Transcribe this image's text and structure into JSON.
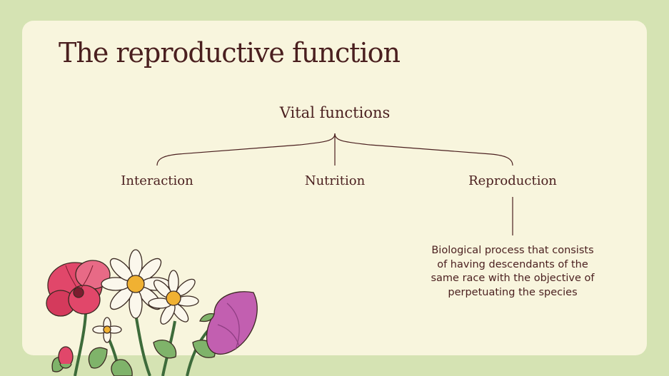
{
  "slide": {
    "title": "The reproductive function"
  },
  "diagram": {
    "root": "Vital functions",
    "children": [
      {
        "label": "Interaction"
      },
      {
        "label": "Nutrition"
      },
      {
        "label": "Reproduction"
      }
    ],
    "description": "Biological process that consists of having descendants of the same race with the objective of perpetuating the species"
  },
  "colors": {
    "background": "#d5e3b3",
    "card": "#f8f5dd",
    "text": "#4a1f1f",
    "poppy": "#e1476a",
    "daisy_petal": "#fbf7ec",
    "daisy_center": "#f0b132",
    "bellflower": "#c25fb0",
    "leaf": "#7fb36a"
  }
}
